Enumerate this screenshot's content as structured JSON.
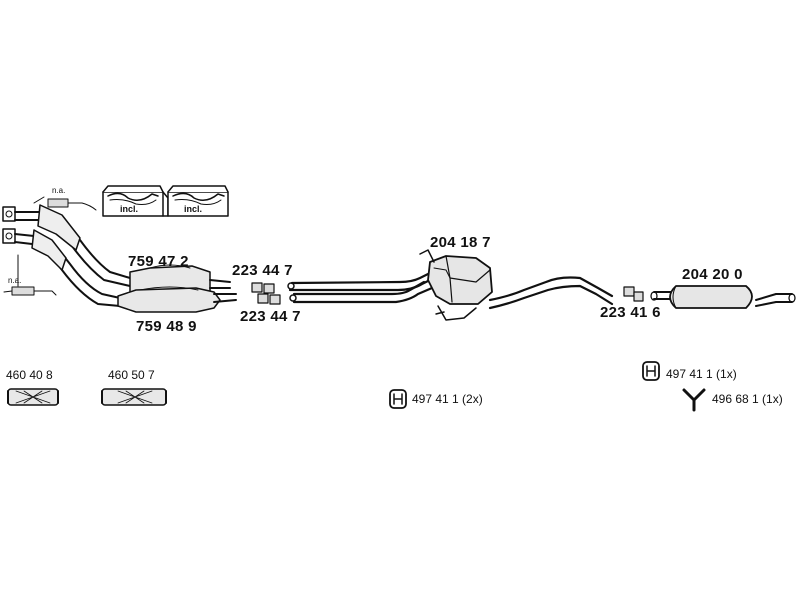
{
  "labels": {
    "na_top": "n.a.",
    "na_bottom": "n.a.",
    "incl_1": "incl.",
    "incl_2": "incl.",
    "part_759472": "759 47 2",
    "part_759489": "759 48 9",
    "part_223447_top": "223 44 7",
    "part_223447_bottom": "223 44 7",
    "part_204187": "204 18 7",
    "part_223416": "223 41 6",
    "part_204200": "204 20 0",
    "part_460408": "460 40 8",
    "part_460507": "460 50 7",
    "part_497411_2x": "497 41 1 (2x)",
    "part_497411_1x": "497 41 1 (1x)",
    "part_496681_1x": "496 68 1 (1x)"
  }
}
